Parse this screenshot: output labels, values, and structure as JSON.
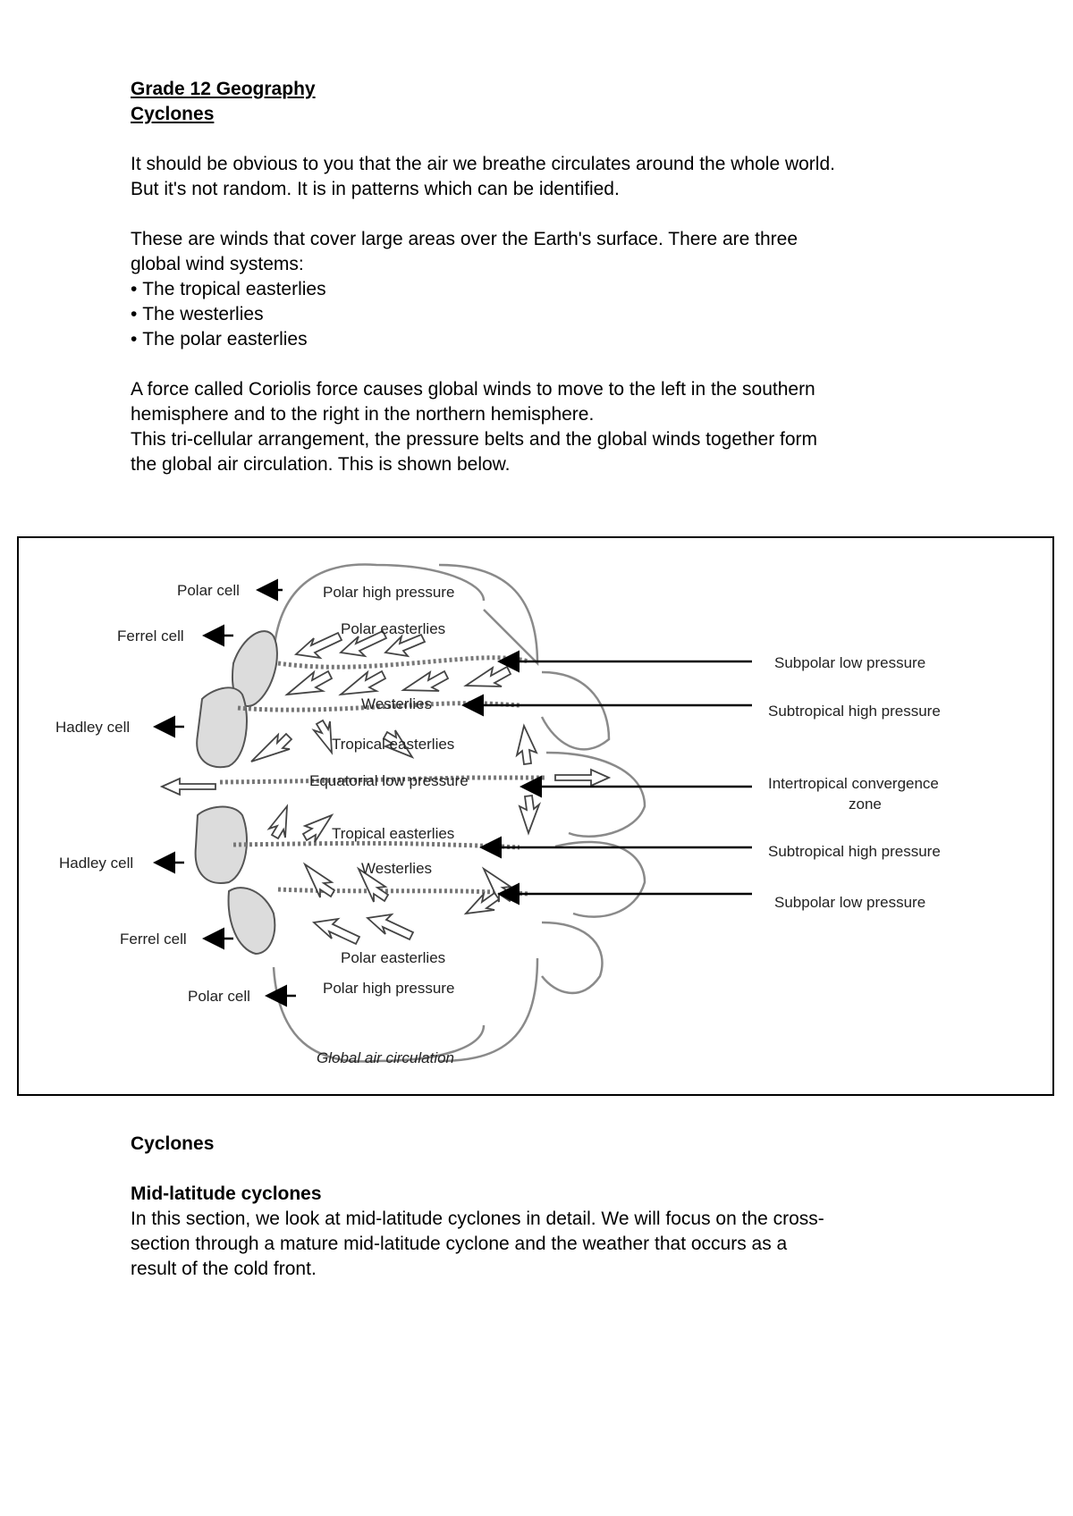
{
  "header": {
    "title": "Grade 12 Geography",
    "subtitle": "Cyclones"
  },
  "intro": {
    "p1_line1": "It should be obvious to you that the air we breathe circulates around the whole world.",
    "p1_line2": "But it's not random. It is in patterns which can be identified.",
    "p2_line1": "These are winds that cover large areas over the Earth's surface. There are three",
    "p2_line2": "global wind systems:",
    "bullets": [
      "The tropical easterlies",
      "The westerlies",
      "The polar easterlies"
    ],
    "p3_line1": "A force called Coriolis force causes global winds to move to the left in the southern",
    "p3_line2": "hemisphere and to the right in the northern hemisphere.",
    "p3_line3": "This tri-cellular arrangement, the pressure belts and the global winds together form",
    "p3_line4": "the global air circulation. This is shown below."
  },
  "figure": {
    "caption": "Global air circulation",
    "left_labels": [
      "Polar cell",
      "Ferrel cell",
      "Hadley cell",
      "Hadley cell",
      "Ferrel cell",
      "Polar cell"
    ],
    "inner_labels": [
      "Polar high pressure",
      "Polar easterlies",
      "Westerlies",
      "Tropical easterlies",
      "Equatorial low pressure",
      "Tropical easterlies",
      "Westerlies",
      "Polar easterlies",
      "Polar high pressure"
    ],
    "right_labels": [
      "Subpolar low pressure",
      "Subtropical high pressure",
      "Intertropical convergence",
      "zone",
      "Subtropical high pressure",
      "Subpolar low pressure"
    ]
  },
  "section": {
    "heading": "Cyclones",
    "subheading": "Mid-latitude cyclones",
    "p_line1": "In this section, we look at mid-latitude cyclones in detail. We will focus on the cross-",
    "p_line2": "section through a mature mid-latitude cyclone and the weather that occurs as a",
    "p_line3": "result of the cold front."
  }
}
